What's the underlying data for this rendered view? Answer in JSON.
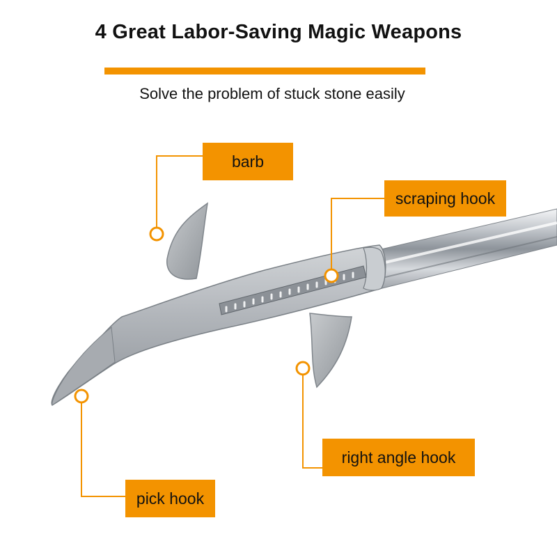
{
  "header": {
    "title": "4 Great Labor-Saving Magic Weapons",
    "subtitle": "Solve the problem of stuck stone easily"
  },
  "labels": {
    "barb": "barb",
    "scraping_hook": "scraping hook",
    "right_angle_hook": "right angle hook",
    "pick_hook": "pick hook"
  },
  "colors": {
    "accent": "#f39300",
    "metal": "#b9bcc0",
    "chrome": "#d8dbdf"
  }
}
